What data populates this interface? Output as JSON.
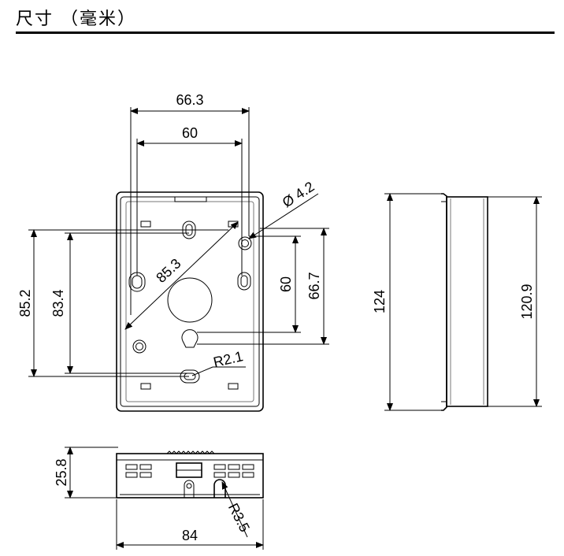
{
  "title": "尺寸 （毫米）",
  "front_view": {
    "width_outer": "66.3",
    "width_inner": "60",
    "height_outer": "85.2",
    "height_inner": "83.4",
    "diagonal": "85.3",
    "hole_diameter": "Ø 4.2",
    "height_right_inner": "60",
    "height_right_outer": "66.7",
    "radius_small": "R2.1"
  },
  "side_view": {
    "height_outer": "124",
    "height_inner": "120.9"
  },
  "bottom_view": {
    "depth": "25.8",
    "width": "84",
    "radius": "R3.5"
  }
}
